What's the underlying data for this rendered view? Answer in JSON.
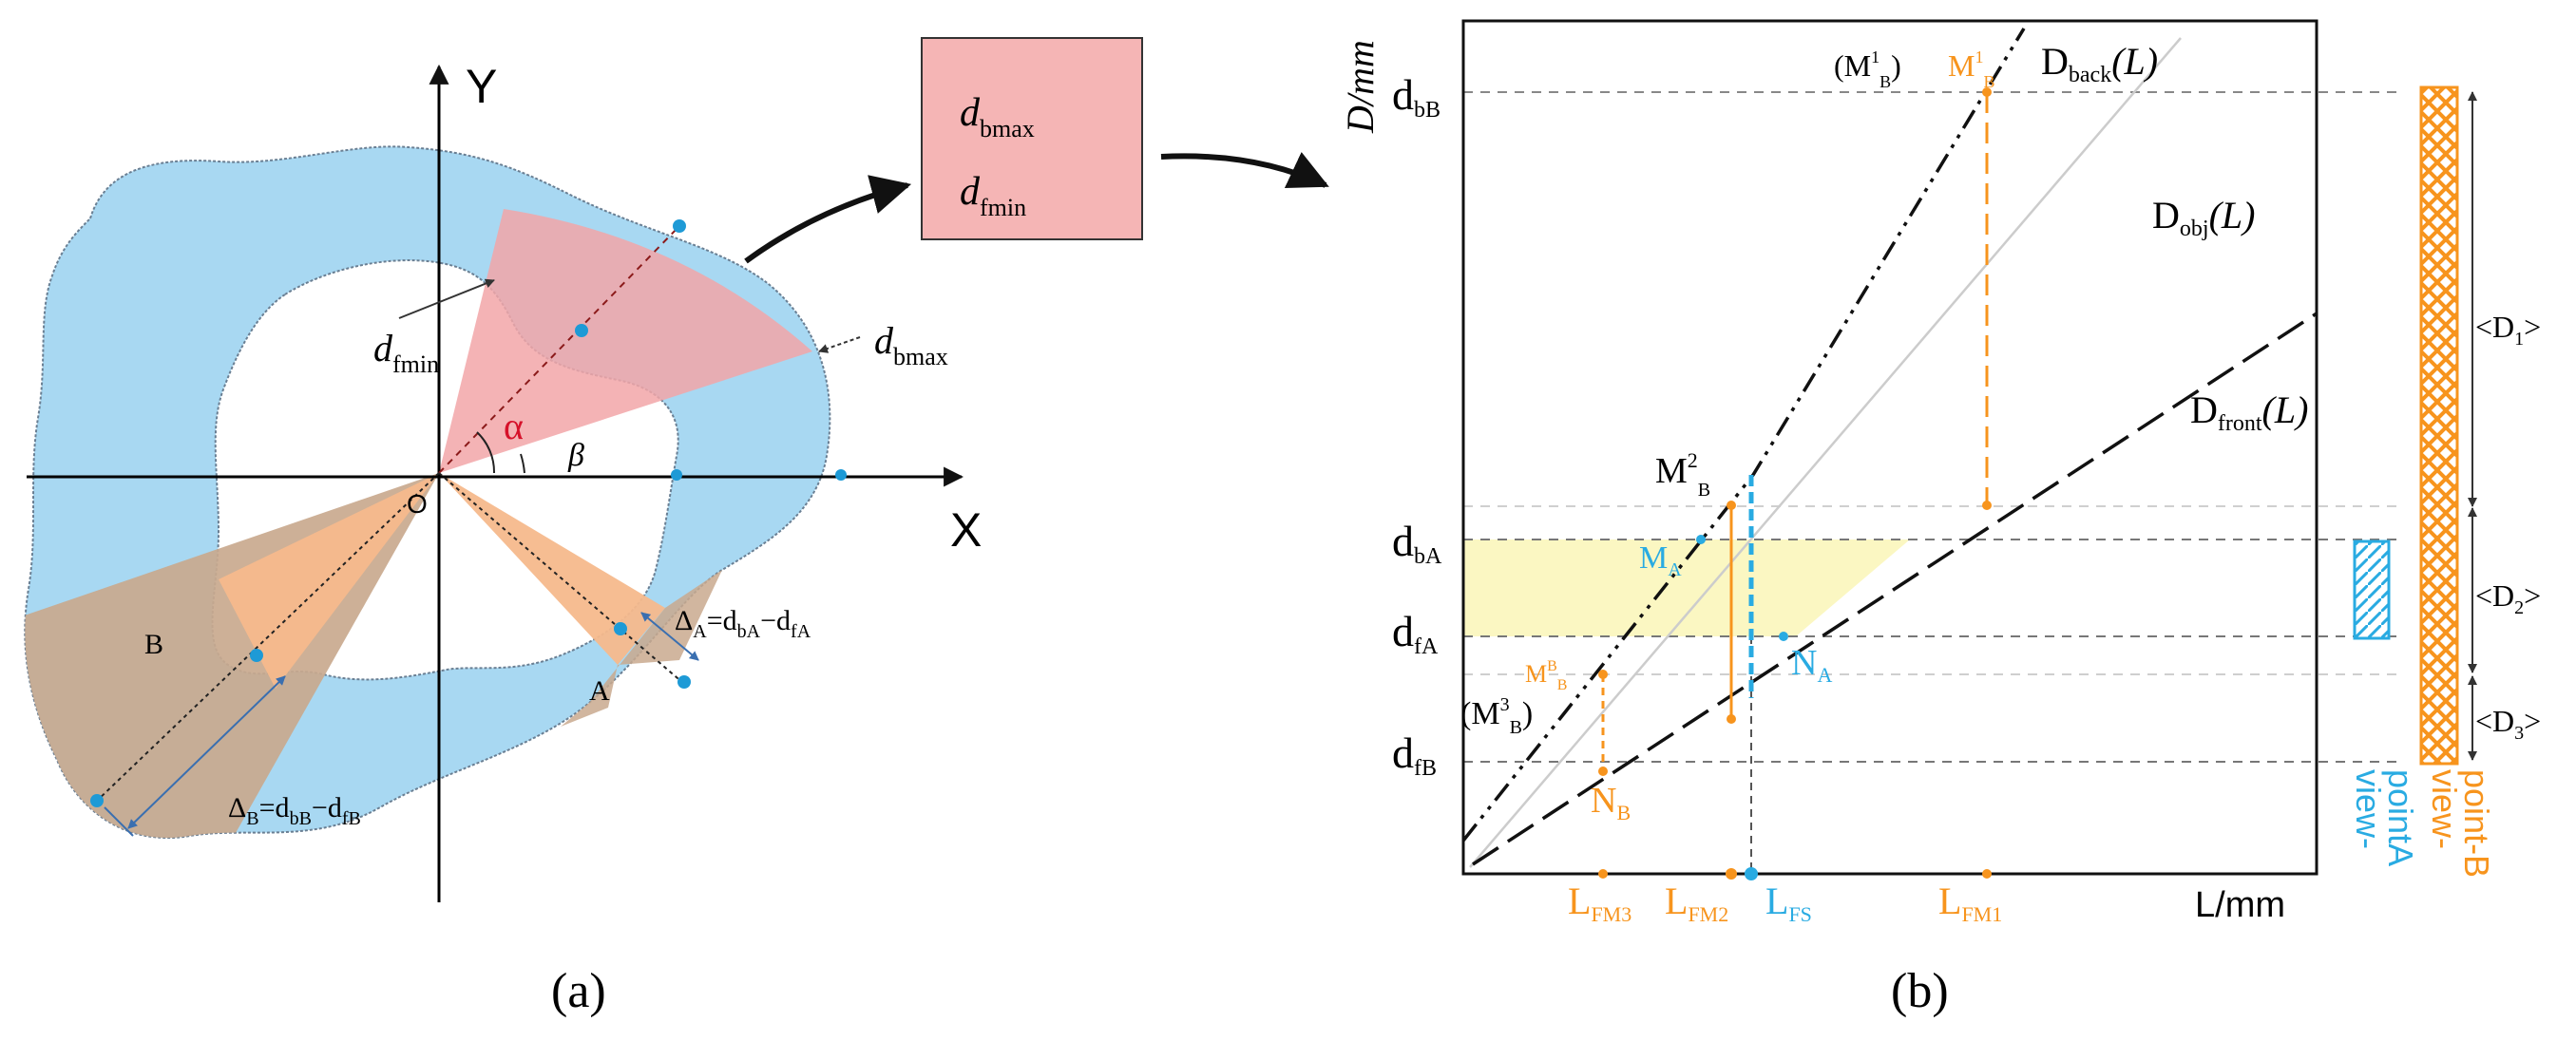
{
  "panel_a": {
    "caption": "(a)",
    "axis_x": "X",
    "axis_y": "Y",
    "origin": "O",
    "region_a": "A",
    "region_b": "B",
    "alpha": "α",
    "beta": "β",
    "d_fmin": "d",
    "d_fmin_sub": "fmin",
    "d_bmax": "d",
    "d_bmax_sub": "bmax",
    "delta_a": "Δ",
    "delta_a_sub": "A",
    "delta_a_rest": "=d",
    "delta_a_r1": "bA",
    "delta_a_r2": "−d",
    "delta_a_r3": "fA",
    "delta_b": "Δ",
    "delta_b_sub": "B",
    "delta_b_rest": "=d",
    "delta_b_r1": "bB",
    "delta_b_r2": "−d",
    "delta_b_r3": "fB",
    "box_line1": "d",
    "box_line1_sub": "bmax",
    "box_line2": "d",
    "box_line2_sub": "fmin",
    "colors": {
      "blue_region": "#a8d8f2",
      "pink_sector": "#f2a6a8",
      "orange_sector": "#f5b98c",
      "brown_overlap": "#c9a98e",
      "point": "#1e9ad6"
    }
  },
  "panel_b": {
    "caption": "(b)",
    "y_axis_label": "D/mm",
    "x_axis_label": "L/mm",
    "y_ticks": [
      {
        "main": "d",
        "sub": "bB"
      },
      {
        "main": "d",
        "sub": "bA"
      },
      {
        "main": "d",
        "sub": "fA"
      },
      {
        "main": "d",
        "sub": "fB"
      }
    ],
    "x_ticks": [
      {
        "main": "L",
        "sub": "FM3"
      },
      {
        "main": "L",
        "sub": "FM2"
      },
      {
        "main": "L",
        "sub": "FS"
      },
      {
        "main": "L",
        "sub": "FM1"
      }
    ],
    "curves": {
      "back": {
        "main": "D",
        "sub": "back",
        "arg": "(L)"
      },
      "obj": {
        "main": "D",
        "sub": "obj",
        "arg": "(L)"
      },
      "front": {
        "main": "D",
        "sub": "front",
        "arg": "(L)"
      }
    },
    "points": {
      "m1b_paren": "(M",
      "m1b_paren_sup": "1",
      "m1b_paren_sub": "B",
      "m1b_paren_close": ")",
      "m1b": "M",
      "m1b_sup": "1",
      "m1b_sub": "B",
      "m2b": "M",
      "m2b_sup": "2",
      "m2b_sub": "B",
      "ma": "M",
      "ma_sub": "A",
      "mb": "M",
      "mb_sup": "B",
      "mb_sub": "B",
      "m3b": "(M",
      "m3b_sup": "3",
      "m3b_sub": "B",
      "m3b_close": ")",
      "na": "N",
      "na_sub": "A",
      "nb": "N",
      "nb_sub": "B"
    },
    "depth_intervals": [
      {
        "main": "<D",
        "sub": "1",
        "end": ">"
      },
      {
        "main": "<D",
        "sub": "2",
        "end": ">"
      },
      {
        "main": "<D",
        "sub": "3",
        "end": ">"
      }
    ],
    "viewpoint_a": [
      "view-",
      "pointA"
    ],
    "viewpoint_b": [
      "view-",
      "point-B"
    ],
    "colors": {
      "orange": "#f7941d",
      "blue": "#29abe2",
      "band": "#fbf7c2",
      "grey": "#c8c8c8"
    }
  }
}
